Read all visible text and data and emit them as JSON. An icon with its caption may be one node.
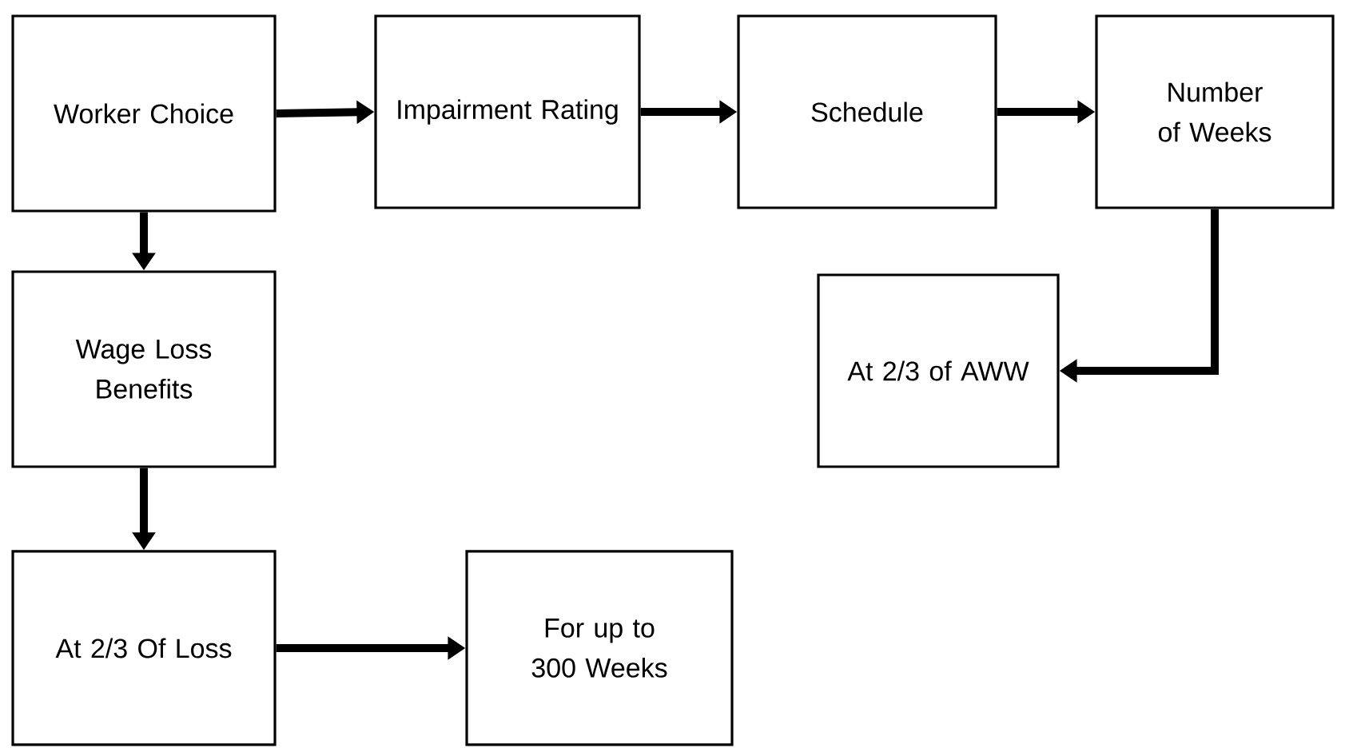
{
  "diagram": {
    "nodes": [
      {
        "text": [
          "Worker Choice"
        ]
      },
      {
        "text": [
          "Impairment Rating"
        ]
      },
      {
        "text": [
          "Schedule"
        ]
      },
      {
        "text": [
          "Number of Weeks"
        ]
      },
      {
        "text": [
          "Wage Loss Benefits"
        ]
      },
      {
        "text": [
          "At 2/3 of AWW"
        ]
      },
      {
        "text": [
          "At 2/3 Of Loss"
        ]
      },
      {
        "text": [
          "For up to 300 Weeks"
        ]
      }
    ],
    "edges": [
      {
        "from": 0,
        "to": 1,
        "arrow": "to"
      },
      {
        "from": 1,
        "to": 2,
        "arrow": "to"
      },
      {
        "from": 2,
        "to": 3,
        "arrow": "to"
      },
      {
        "from": 0,
        "to": 4,
        "arrow": "to"
      },
      {
        "from": 3,
        "to": 5,
        "arrow": "to"
      },
      {
        "from": 4,
        "to": 6,
        "arrow": "to"
      },
      {
        "from": 6,
        "to": 7,
        "arrow": "to"
      }
    ]
  }
}
